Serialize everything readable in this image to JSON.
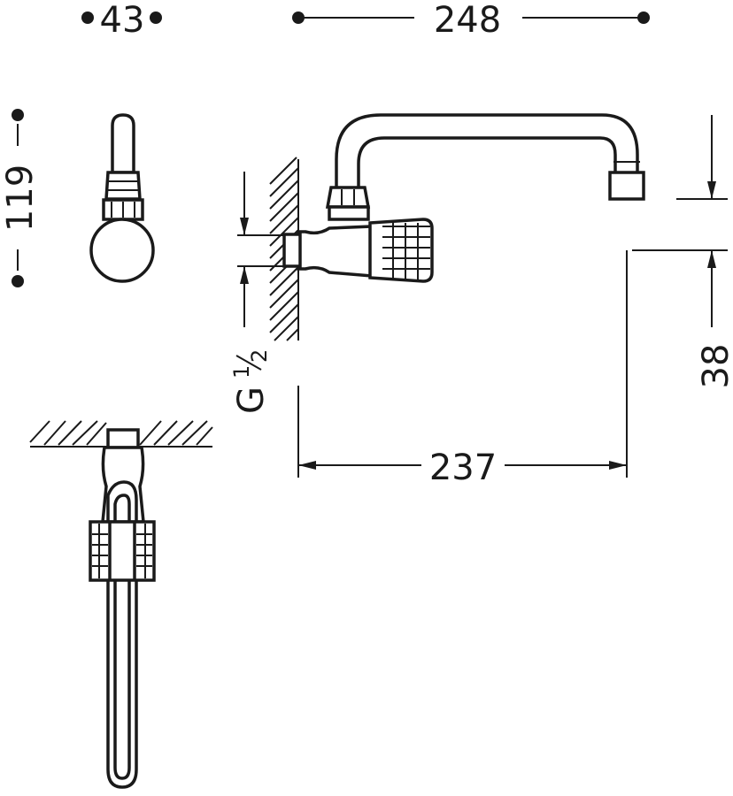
{
  "dimensions": {
    "width_43": "43",
    "width_248": "248",
    "height_119": "119",
    "height_38": "38",
    "length_237": "237"
  },
  "thread": {
    "letter": "G",
    "numerator": "1",
    "denominator": "2"
  }
}
